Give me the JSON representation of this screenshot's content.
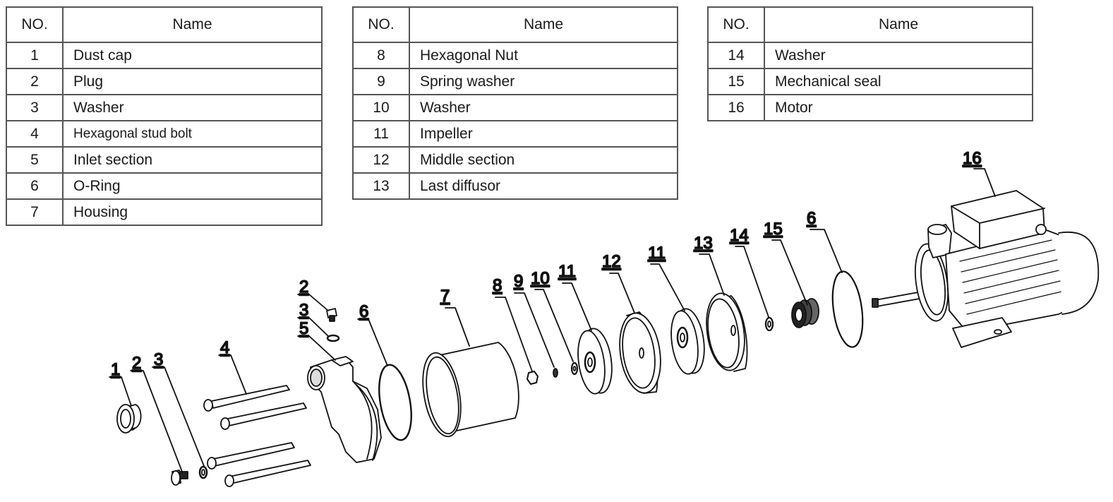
{
  "tables": [
    {
      "header": {
        "no": "NO.",
        "name": "Name"
      },
      "rows": [
        {
          "no": "1",
          "name": "Dust cap"
        },
        {
          "no": "2",
          "name": "Plug"
        },
        {
          "no": "3",
          "name": "Washer"
        },
        {
          "no": "4",
          "name": "Hexagonal stud bolt"
        },
        {
          "no": "5",
          "name": "Inlet section"
        },
        {
          "no": "6",
          "name": "O-Ring"
        },
        {
          "no": "7",
          "name": "Housing"
        }
      ]
    },
    {
      "header": {
        "no": "NO.",
        "name": "Name"
      },
      "rows": [
        {
          "no": "8",
          "name": "Hexagonal Nut"
        },
        {
          "no": "9",
          "name": "Spring washer"
        },
        {
          "no": "10",
          "name": "Washer"
        },
        {
          "no": "11",
          "name": "Impeller"
        },
        {
          "no": "12",
          "name": "Middle section"
        },
        {
          "no": "13",
          "name": "Last diffusor"
        }
      ]
    },
    {
      "header": {
        "no": "NO.",
        "name": "Name"
      },
      "rows": [
        {
          "no": "14",
          "name": "Washer"
        },
        {
          "no": "15",
          "name": "Mechanical seal"
        },
        {
          "no": "16",
          "name": "Motor"
        }
      ]
    }
  ],
  "callouts": {
    "dust_cap": "1",
    "plug_front": "2",
    "washer_front": "3",
    "stud_bolt": "4",
    "plug_top": "2",
    "washer_top": "3",
    "inlet_section": "5",
    "oring_front": "6",
    "housing": "7",
    "hex_nut": "8",
    "spring_washer": "9",
    "washer_10": "10",
    "impeller_1": "11",
    "middle_section": "12",
    "impeller_2": "11",
    "last_diffusor": "13",
    "washer_14": "14",
    "mech_seal": "15",
    "oring_rear": "6",
    "motor": "16"
  }
}
